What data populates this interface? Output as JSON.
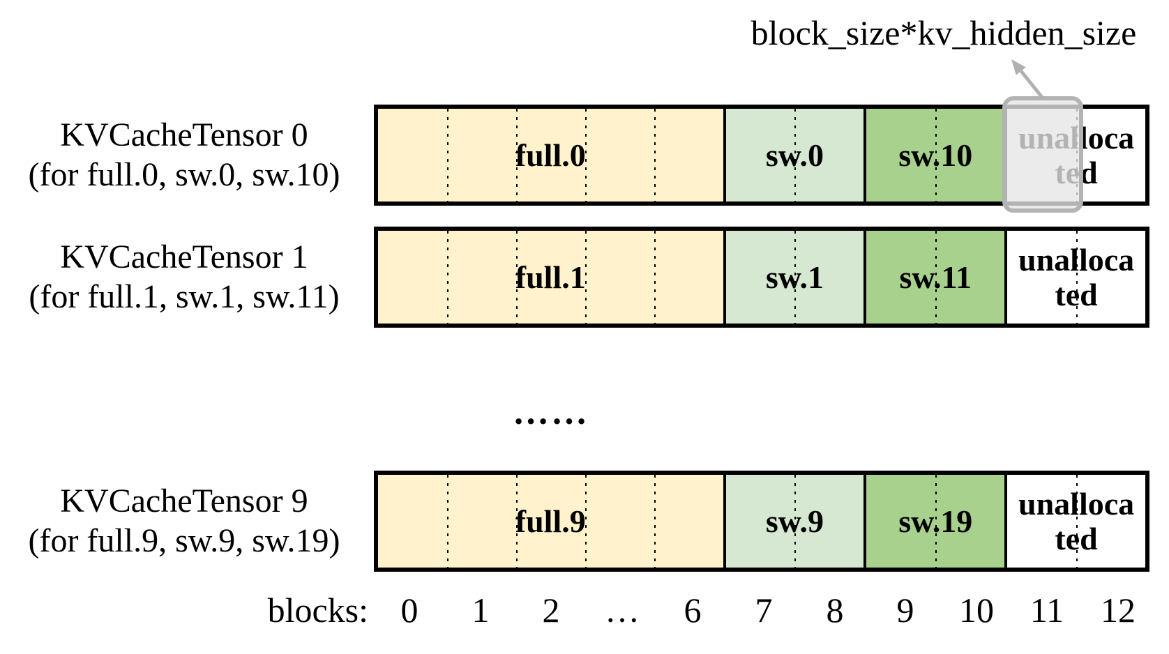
{
  "annotation": {
    "label": "block_size*kv_hidden_size",
    "arrow_color": "#B0B0B0"
  },
  "diagram": {
    "rows": [
      {
        "name": "KVCacheTensor 0",
        "subtitle": "(for full.0, sw.0, sw.10)",
        "segments": [
          {
            "label": "full.0",
            "color": "#FFF2CC",
            "cells": 5
          },
          {
            "label": "sw.0",
            "color": "#D6E8D2",
            "cells": 2
          },
          {
            "label": "sw.10",
            "color": "#A9D18E",
            "cells": 2
          },
          {
            "label": "unallocated",
            "color": "#FFFFFF",
            "cells": 2
          }
        ]
      },
      {
        "name": "KVCacheTensor 1",
        "subtitle": "(for full.1, sw.1, sw.11)",
        "segments": [
          {
            "label": "full.1",
            "color": "#FFF2CC",
            "cells": 5
          },
          {
            "label": "sw.1",
            "color": "#D6E8D2",
            "cells": 2
          },
          {
            "label": "sw.11",
            "color": "#A9D18E",
            "cells": 2
          },
          {
            "label": "unallocated",
            "color": "#FFFFFF",
            "cells": 2
          }
        ]
      },
      {
        "name": "KVCacheTensor 9",
        "subtitle": "(for full.9, sw.9, sw.19)",
        "segments": [
          {
            "label": "full.9",
            "color": "#FFF2CC",
            "cells": 5
          },
          {
            "label": "sw.9",
            "color": "#D6E8D2",
            "cells": 2
          },
          {
            "label": "sw.19",
            "color": "#A9D18E",
            "cells": 2
          },
          {
            "label": "unallocated",
            "color": "#FFFFFF",
            "cells": 2
          }
        ]
      }
    ],
    "ellipsis": "……",
    "highlight": {
      "over_block": "11",
      "fill": "rgba(229,229,229,0.78)",
      "fill_hex": "#E5E5E5",
      "border_color": "#B3B3B3"
    }
  },
  "axis": {
    "label": "blocks:",
    "ticks": [
      "0",
      "1",
      "2",
      "…",
      "6",
      "7",
      "8",
      "9",
      "10",
      "11",
      "12"
    ]
  }
}
